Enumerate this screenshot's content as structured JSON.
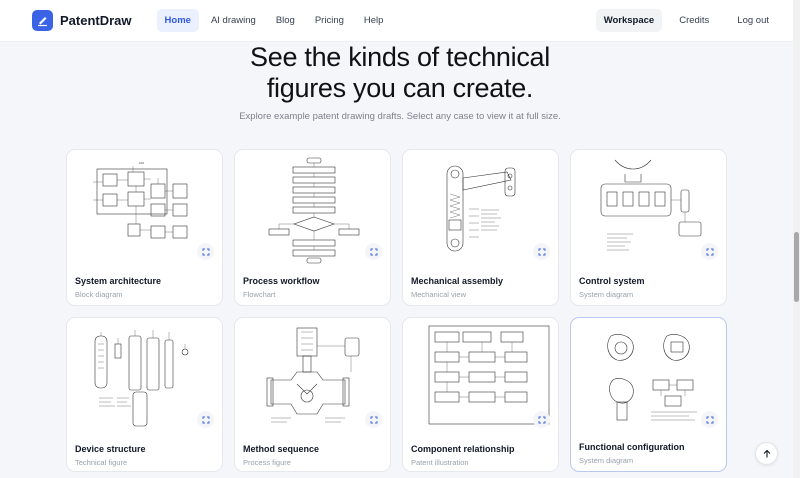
{
  "nav": {
    "brand": "PatentDraw",
    "links": [
      {
        "label": "Home",
        "active": true
      },
      {
        "label": "AI drawing",
        "active": false
      },
      {
        "label": "Blog",
        "active": false
      },
      {
        "label": "Pricing",
        "active": false
      },
      {
        "label": "Help",
        "active": false
      }
    ],
    "workspace": "Workspace",
    "credits": "Credits",
    "logout": "Log out"
  },
  "hero": {
    "title_line1": "See the kinds of technical",
    "title_line2": "figures you can create.",
    "subtitle": "Explore example patent drawing drafts. Select any case to view it at full size."
  },
  "cards": [
    {
      "title": "System architecture",
      "subtitle": "Block diagram",
      "icon": "block-diagram-thumbnail"
    },
    {
      "title": "Process workflow",
      "subtitle": "Flowchart",
      "icon": "flowchart-thumbnail"
    },
    {
      "title": "Mechanical assembly",
      "subtitle": "Mechanical view",
      "icon": "mechanical-thumbnail"
    },
    {
      "title": "Control system",
      "subtitle": "System diagram",
      "icon": "control-system-thumbnail"
    },
    {
      "title": "Device structure",
      "subtitle": "Technical figure",
      "icon": "exploded-device-thumbnail"
    },
    {
      "title": "Method sequence",
      "subtitle": "Process figure",
      "icon": "valve-thumbnail"
    },
    {
      "title": "Component relationship",
      "subtitle": "Patent illustration",
      "icon": "relationship-diagram-thumbnail"
    },
    {
      "title": "Functional configuration",
      "subtitle": "System diagram",
      "icon": "functional-config-thumbnail"
    }
  ],
  "colors": {
    "accent": "#3b63e6",
    "active_nav_bg": "#eaf0fe",
    "page_bg": "#f4f6f9"
  }
}
